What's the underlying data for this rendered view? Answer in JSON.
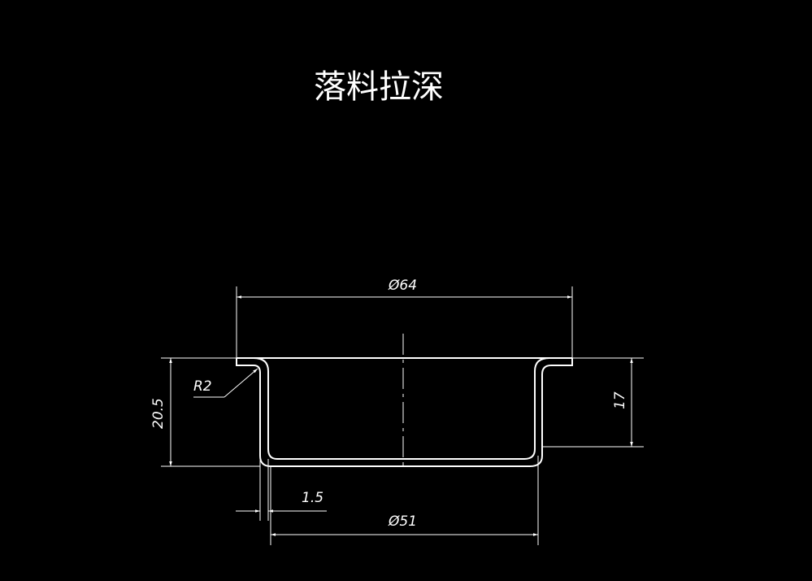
{
  "title": "落料拉深",
  "dimensions": {
    "outer_diameter": "Ø64",
    "inner_diameter": "Ø51",
    "total_height": "20.5",
    "inner_height": "17",
    "thickness": "1.5",
    "radius": "R2"
  },
  "colors": {
    "background": "#000000",
    "lines": "#ffffff"
  }
}
